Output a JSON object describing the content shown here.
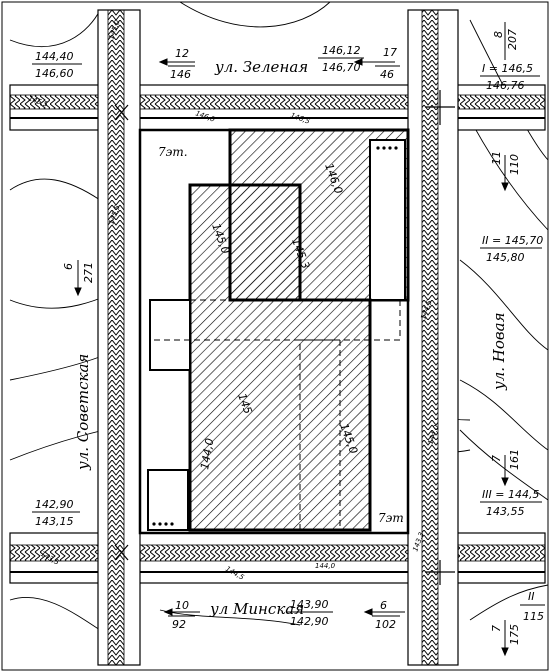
{
  "streets": {
    "zelenaya": "ул. Зеленая",
    "sovetskaya": "ул. Советская",
    "novaya": "ул. Новая",
    "minskaya": "ул Минская"
  },
  "buildings": {
    "top": "7эт.",
    "bottom": "7эт"
  },
  "elevations": {
    "nw_top": "144,40",
    "nw_bottom": "146,60",
    "n_top": "146,12",
    "n_bottom": "146,70",
    "sw_top": "142,90",
    "sw_bottom": "143,15",
    "s_top": "143,90",
    "s_bottom": "142,90",
    "ne_roman": "I = 146,5",
    "ne_value": "146,76",
    "e_roman": "II = 145,70",
    "e_value": "145,80",
    "se_roman": "III = 144,5",
    "se_value": "143,55",
    "sse_roman": "II",
    "sse_value": "115"
  },
  "slopes": {
    "z_west_top": "12",
    "z_west_bottom": "146",
    "z_east_top": "17",
    "z_east_bottom": "46",
    "ne_corner_top": "8",
    "ne_corner_bottom": "207",
    "e_upper_top": "11",
    "e_upper_bottom": "110",
    "sov_top": "6",
    "sov_bottom": "271",
    "e_lower_top": "7",
    "e_lower_bottom": "161",
    "m_west_top": "10",
    "m_west_bottom": "92",
    "m_east_top": "6",
    "m_east_bottom": "102",
    "se_bottom_top": "7",
    "se_bottom_bottom": "175"
  },
  "contours": {
    "c1460": "146,0",
    "c1453": "145,3",
    "c1450": "145,0",
    "c145": "145",
    "c1450b": "145,0",
    "c1440": "144,0",
    "c1440s": "144,0"
  },
  "small_marks": [
    "145,0",
    "145,5",
    "146,0",
    "146,5",
    "145,5",
    "144,5",
    "144,0",
    "143,5",
    "144,5",
    "143,3"
  ]
}
